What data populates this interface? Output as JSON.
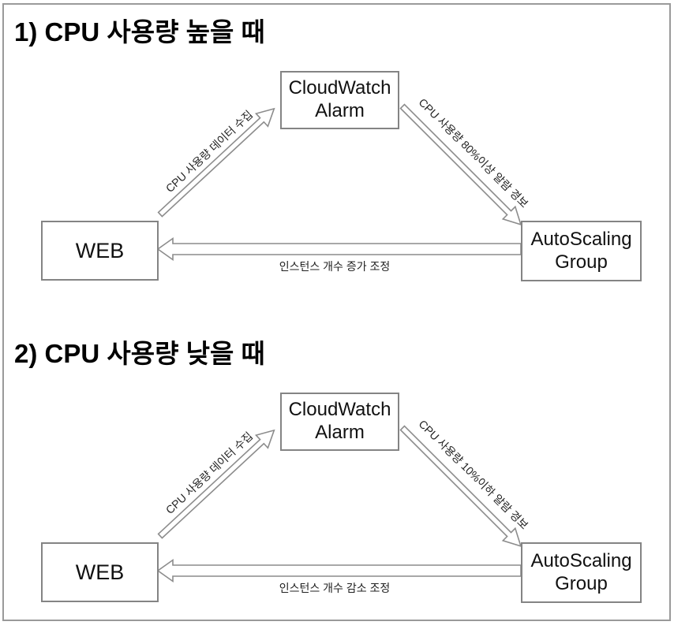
{
  "colors": {
    "background": "#ffffff",
    "box_border": "#848484",
    "arrow_outline": "#8c8c8c",
    "text": "#000000"
  },
  "diagrams": [
    {
      "title": "1) CPU 사용량 높을 때",
      "web_label": "WEB",
      "cloudwatch_label": "CloudWatch Alarm",
      "autoscaling_label": "AutoScaling Group",
      "arrow_collect_label": "CPU 사용량 데이터 수집",
      "arrow_alarm_label": "CPU 사용량 80%이상 알람 경보",
      "arrow_adjust_label": "인스턴스 개수 증가 조정"
    },
    {
      "title": "2) CPU 사용량 낮을 때",
      "web_label": "WEB",
      "cloudwatch_label": "CloudWatch Alarm",
      "autoscaling_label": "AutoScaling Group",
      "arrow_collect_label": "CPU 사용량 데이터 수집",
      "arrow_alarm_label": "CPU 사용량 10%이하 알람 경보",
      "arrow_adjust_label": "인스턴스 개수 감소 조정"
    }
  ]
}
